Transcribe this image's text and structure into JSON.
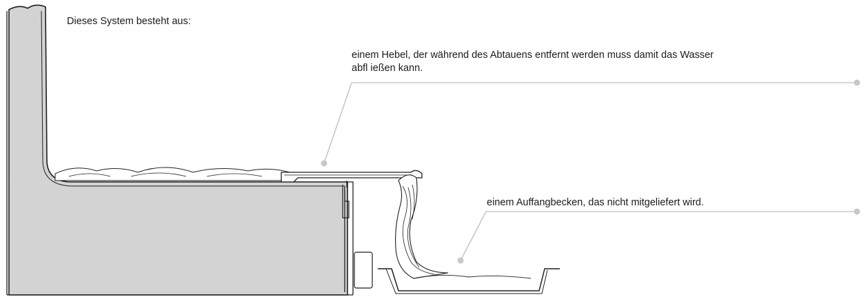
{
  "diagram": {
    "intro": "Dieses System besteht aus:",
    "callouts": [
      {
        "line1": "einem Hebel, der während des Abtauens entfernt werden muss damit das Wasser",
        "line2": "abfl ießen kann."
      },
      {
        "line1": "einem Auffangbecken, das nicht mitgeliefert wird."
      }
    ]
  },
  "colors": {
    "body_fill": "#d3d3d3",
    "outline": "#1e1e1e",
    "leader_line": "#c8c8c8",
    "text": "#1a1a1a"
  }
}
